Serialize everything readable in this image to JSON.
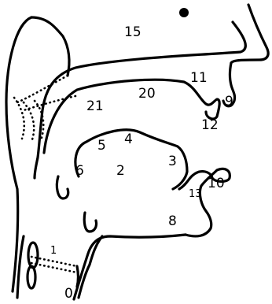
{
  "labels": {
    "l15": "15",
    "l11": "11",
    "l20": "20",
    "l21": "21",
    "l9": "9",
    "l12": "12",
    "l4": "4",
    "l5": "5",
    "l3": "3",
    "l6": "6",
    "l2": "2",
    "l13": "13",
    "l10": "10",
    "l8": "8",
    "l1": "1",
    "l0": "0"
  }
}
